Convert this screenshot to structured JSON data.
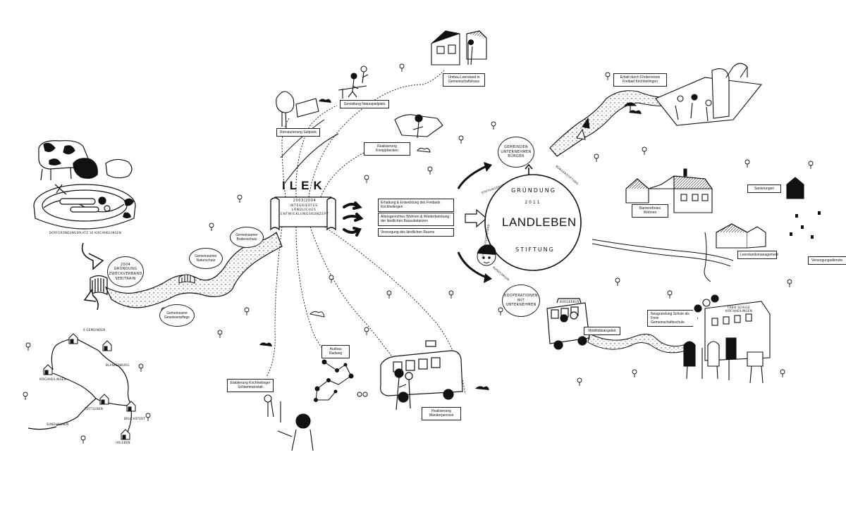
{
  "left": {
    "plate_caption": "Dorfgründungsplatz 16 Kirchheilingen",
    "milestone": "2004 Gründung Zweckverband Seeitrain",
    "community_count": "6 Gemeinden",
    "villages": [
      "Kirchheilingen",
      "Blankenburg",
      "Tottleben",
      "Sundhausen",
      "Bruchstedt",
      "Urleben"
    ],
    "bubbles": {
      "bodenschutz": "Gemeinsamer Bodenschutz",
      "naturschutz": "Gemeinsamer Naturschutz",
      "gewaesserpflege": "Gemeinsame Gewässerpflege"
    }
  },
  "ilek": {
    "title": "ILEK",
    "years": "2003/2004",
    "subtitle": "Integriertes ländliches Entwicklungskonzept"
  },
  "projects": {
    "sattpark": "Renaturierung Sattpark",
    "naturspielplatz": "Gestaltung Naturspielplatz",
    "leerstand": "Umbau Leerstand in Gemeinschaftshaus",
    "kneippbecken": "Realisierung Kneippbecken",
    "radweg": "Ausbau Radweg",
    "schlammanstalt": "Etablierung Kirchheilinger Schlammanstalt",
    "wanderpension": "Realisierung Wanderpension"
  },
  "goals": [
    "Erhaltung & Entwicklung des Freibads Kirchheilingen",
    "Altersgerechtes Wohnen & Wiederbelebung der ländlichen Bausubstanzen",
    "Versorgung des ländlichen Raums"
  ],
  "foundation": {
    "arc_top": "GRÜNDUNG",
    "year": "2011",
    "name": "LANDLEBEN",
    "arc_bottom": "STIFTUNG",
    "side_labels": [
      "Stiftungsrat",
      "Stiftungsvorstand",
      "Kuratorium",
      "Bürgerstiftung"
    ]
  },
  "partners": {
    "top": "Gemeinden Unternehmen Bürger",
    "bottom": "Kooperationen mit Unternehmen"
  },
  "right": {
    "freibad": "Erhalt durch Förderverein Freibad Kirchheilingen",
    "sanierungen": "Sanierungen",
    "barrierefrei": "Barrierefreies Wohnen",
    "leerstand_mgmt": "Leerstandsmanagement",
    "versorgung": "Versorgungsdienste",
    "mobilitaet": "Mobilitätsangebot",
    "neugruendung": "Neugründung Schule als Freie Gemeinschaftsschule",
    "bus_sign": "Bürgerbus",
    "school_sign": "Freie Schule Kirchheilingen"
  },
  "colors": {
    "ink": "#111111",
    "paper": "#ffffff",
    "accent": "#cccccc"
  }
}
